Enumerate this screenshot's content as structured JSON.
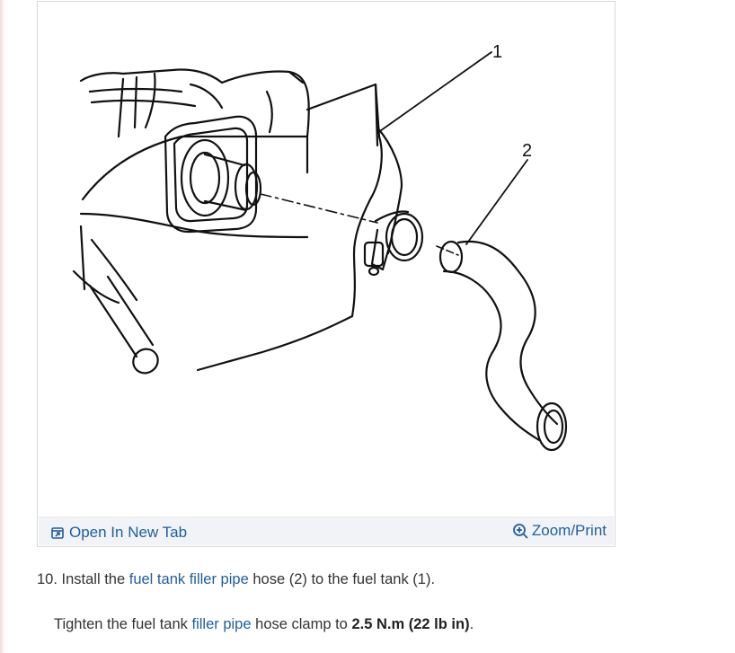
{
  "figure": {
    "callouts": [
      "1",
      "2"
    ],
    "open_tab_label": "Open In New Tab",
    "zoom_label": "Zoom/Print",
    "icons": [
      "open-new-tab-icon",
      "zoom-icon"
    ]
  },
  "step": {
    "number": "10.",
    "text_before": "Install the",
    "link": "fuel tank filler pipe",
    "text_after": "hose (2) to the fuel tank (1)."
  },
  "substep": {
    "text_before": "Tighten the fuel tank",
    "link": "filler pipe",
    "text_middle": "hose clamp to",
    "torque": "2.5 N.m (22 lb in)",
    "text_after": "."
  },
  "colors": {
    "link": "#1f5f9e",
    "toolbar_bg": "#f1f3f6",
    "text": "#333333"
  }
}
